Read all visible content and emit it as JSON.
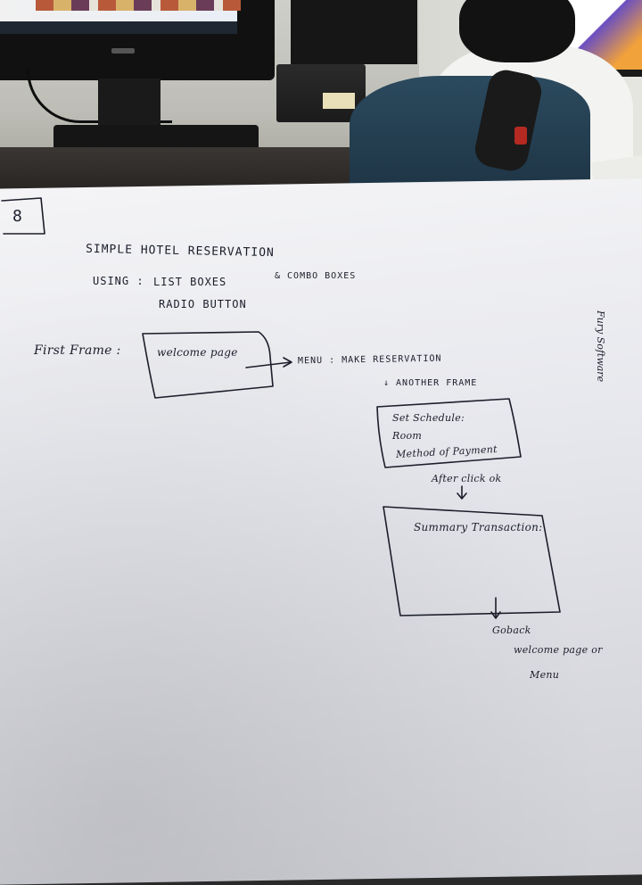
{
  "note": {
    "corner_mark": "8",
    "title_line1": "SIMPLE HOTEL RESERVATION",
    "using_label": "USING :",
    "using_items": [
      "LIST BOXES",
      "RADIO BUTTON"
    ],
    "combo_note": "& COMBO BOXES",
    "first_frame_label": "First Frame :",
    "welcome_box_text": "welcome page",
    "menu_text": "MENU : MAKE RESERVATION",
    "another_frame_text": "↓ ANOTHER FRAME",
    "schedule_box_lines": [
      "Set Schedule:",
      "Room",
      "Method of Payment"
    ],
    "after_click_text": "After click ok",
    "summary_box_text": "Summary Transaction:",
    "goback_lines": [
      "Goback",
      "welcome page or",
      "Menu"
    ],
    "side_note": "Fury Software"
  },
  "colors": {
    "ink": "#1b1d2a",
    "paper": "#e8e9ee"
  }
}
